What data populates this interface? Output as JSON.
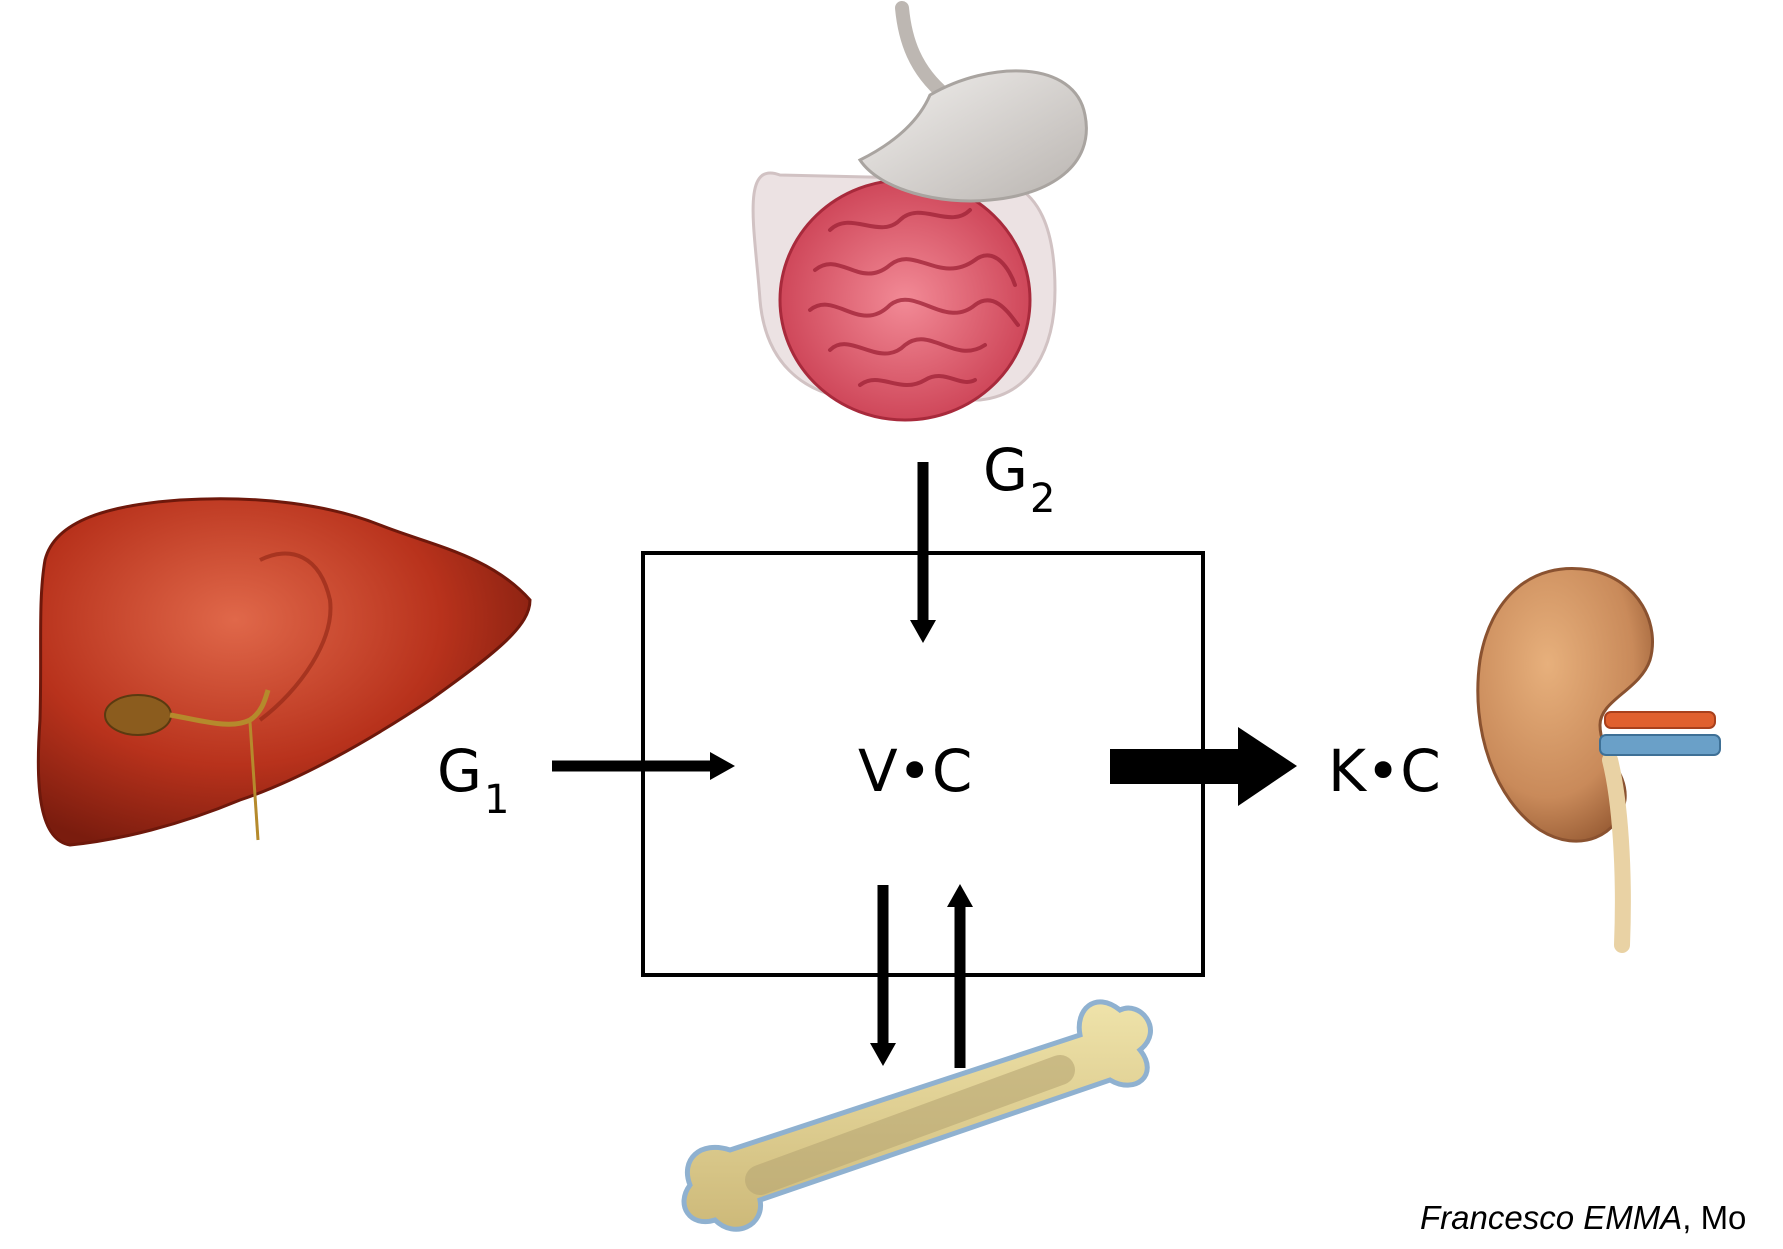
{
  "labels": {
    "g1": {
      "main": "G",
      "sub": "1"
    },
    "g2": {
      "main": "G",
      "sub": "2"
    },
    "center": "V•C",
    "output": "K•C"
  },
  "credit": {
    "name": "Francesco EMMA",
    "rest": ", Mo"
  },
  "organs": {
    "top": "intestine-illustration",
    "left": "liver-illustration",
    "right": "kidney-illustration",
    "bottom": "bone-illustration"
  },
  "colors": {
    "liver": "#b8321c",
    "intestine": "#e0586a",
    "stomach": "#d9d6d3",
    "kidney": "#c98a5a",
    "bone": "#e6d79a",
    "line": "#000000"
  }
}
